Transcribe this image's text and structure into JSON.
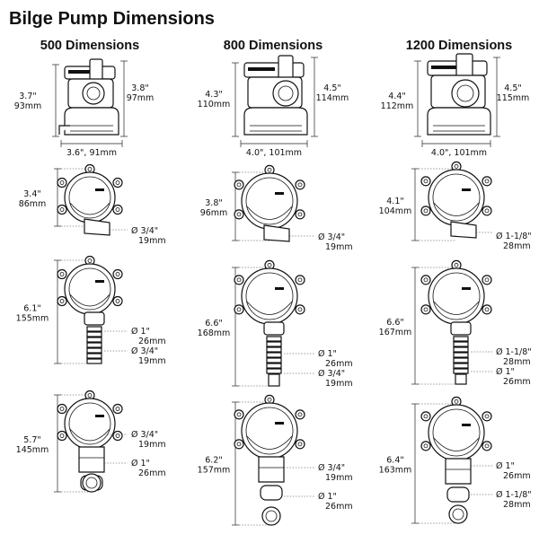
{
  "title": "Bilge Pump Dimensions",
  "columns": [
    {
      "heading": "500 Dimensions",
      "side": {
        "height_left": [
          "3.7\"",
          "93mm"
        ],
        "height_right": [
          "3.8\"",
          "97mm"
        ],
        "width": "3.6\", 91mm"
      },
      "views": [
        {
          "height": [
            "3.4\"",
            "86mm"
          ],
          "outlets": [
            [
              "Ø 3/4\"",
              "19mm"
            ]
          ]
        },
        {
          "height": [
            "6.1\"",
            "155mm"
          ],
          "outlets": [
            [
              "Ø 1\"",
              "26mm"
            ],
            [
              "Ø 3/4\"",
              "19mm"
            ]
          ]
        },
        {
          "height": [
            "5.7\"",
            "145mm"
          ],
          "outlets": [
            [
              "Ø 3/4\"",
              "19mm"
            ],
            [
              "Ø 1\"",
              "26mm"
            ]
          ]
        }
      ]
    },
    {
      "heading": "800 Dimensions",
      "side": {
        "height_left": [
          "4.3\"",
          "110mm"
        ],
        "height_right": [
          "4.5\"",
          "114mm"
        ],
        "width": "4.0\", 101mm"
      },
      "views": [
        {
          "height": [
            "3.8\"",
            "96mm"
          ],
          "outlets": [
            [
              "Ø 3/4\"",
              "19mm"
            ]
          ]
        },
        {
          "height": [
            "6.6\"",
            "168mm"
          ],
          "outlets": [
            [
              "Ø 1\"",
              "26mm"
            ],
            [
              "Ø 3/4\"",
              "19mm"
            ]
          ]
        },
        {
          "height": [
            "6.2\"",
            "157mm"
          ],
          "outlets": [
            [
              "Ø 3/4\"",
              "19mm"
            ],
            [
              "Ø 1\"",
              "26mm"
            ]
          ]
        }
      ]
    },
    {
      "heading": "1200 Dimensions",
      "side": {
        "height_left": [
          "4.4\"",
          "112mm"
        ],
        "height_right": [
          "4.5\"",
          "115mm"
        ],
        "width": "4.0\", 101mm"
      },
      "views": [
        {
          "height": [
            "4.1\"",
            "104mm"
          ],
          "outlets": [
            [
              "Ø 1-1/8\"",
              "28mm"
            ]
          ]
        },
        {
          "height": [
            "6.6\"",
            "167mm"
          ],
          "outlets": [
            [
              "Ø 1-1/8\"",
              "28mm"
            ],
            [
              "Ø 1\"",
              "26mm"
            ]
          ]
        },
        {
          "height": [
            "6.4\"",
            "163mm"
          ],
          "outlets": [
            [
              "Ø 1\"",
              "26mm"
            ],
            [
              "Ø 1-1/8\"",
              "28mm"
            ]
          ]
        }
      ]
    }
  ]
}
